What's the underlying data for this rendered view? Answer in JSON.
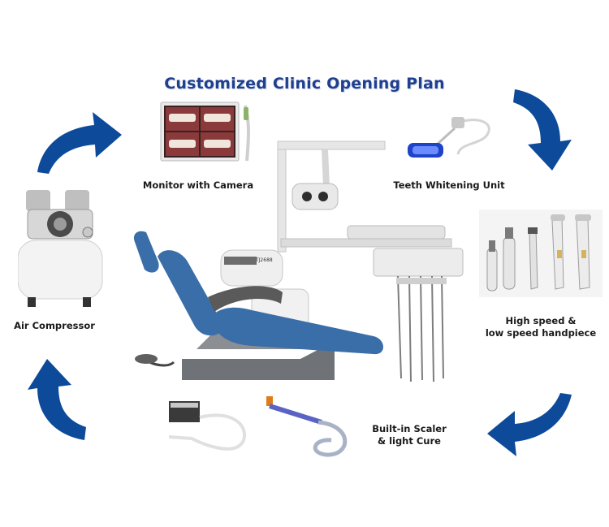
{
  "title": "Customized Clinic Opening Plan",
  "labels": {
    "monitor": "Monitor  with  Camera",
    "whitening": "Teeth Whitening Unit",
    "compressor": "Air Compressor",
    "handpiece_line1": "High speed &",
    "handpiece_line2": "low speed handpiece",
    "scaler_line1": "Built-in Scaler",
    "scaler_line2": "& light Cure"
  },
  "monitor_brand": "TJ2688",
  "colors": {
    "title": "#1f3f8f",
    "arrow": "#0d4a9a",
    "chair": "#3a6ea8",
    "base": "#6f7377"
  }
}
